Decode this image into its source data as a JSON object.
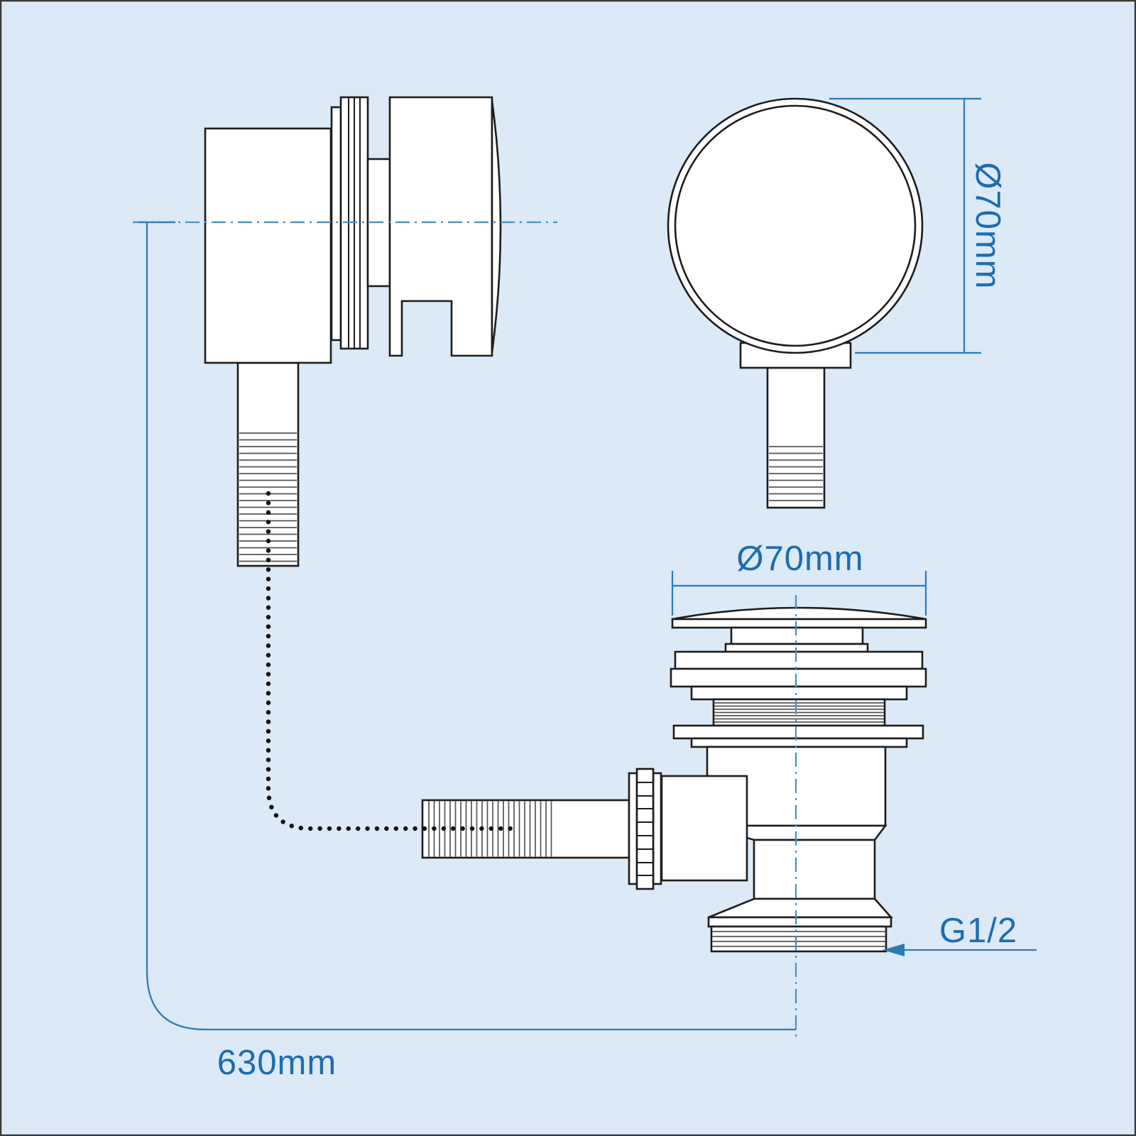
{
  "diagram": {
    "dimension_labels": {
      "front_view_diameter": "Ø70mm",
      "waste_top_diameter": "Ø70mm",
      "outlet_thread_size": "G1/2",
      "overflow_pipe_length": "630mm"
    },
    "colors": {
      "background": "#dce9f6",
      "border": "#3b3b3b",
      "line": "#1c1c1c",
      "thread_line": "#555555",
      "chain": "#151515",
      "dimension": "#2b7ab8",
      "centerline": "#4290c8",
      "label": "#1d6cb0"
    }
  }
}
